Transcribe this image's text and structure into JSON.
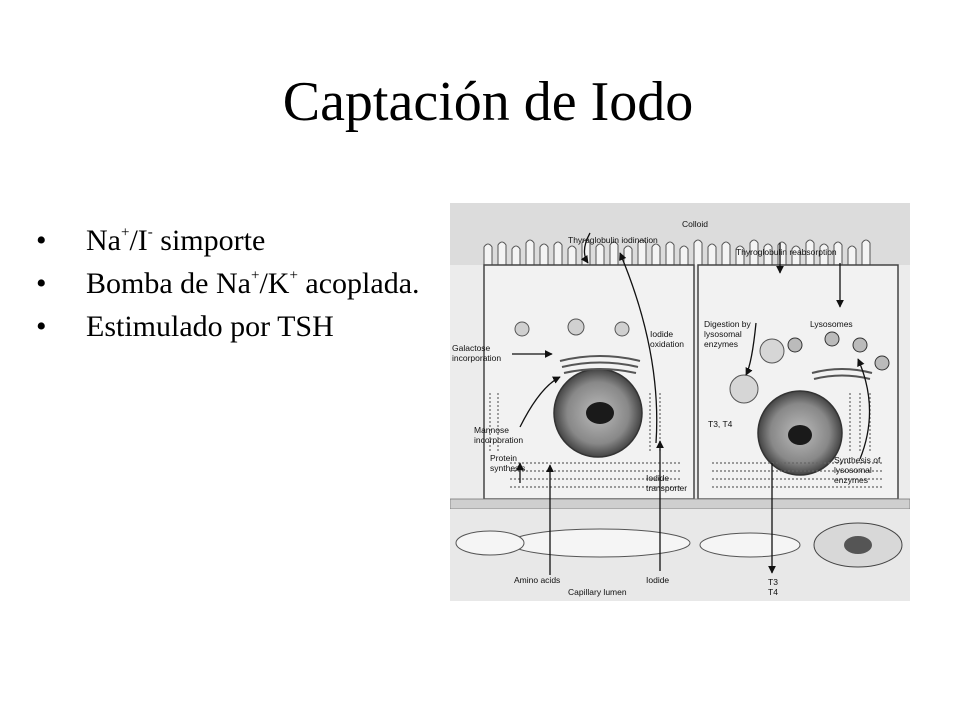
{
  "slide": {
    "title": "Captación de Iodo",
    "bullet_glyph": "•",
    "bullets": [
      {
        "parts": [
          "Na",
          "+",
          "/I",
          "-",
          " simporte"
        ]
      },
      {
        "parts": [
          "Bomba de Na",
          "+",
          "/K",
          "+",
          " acoplada."
        ]
      },
      {
        "parts": [
          "Estimulado por TSH"
        ]
      }
    ]
  },
  "diagram": {
    "labels": {
      "colloid": "Colloid",
      "thyroglobulin_iodination": "Thyroglobulin iodination",
      "thyroglobulin_reabsorption": "Thyroglobulin reabsorption",
      "galactose_1": "Galactose",
      "galactose_2": "incorporation",
      "iodide_oxidation_1": "Iodide",
      "iodide_oxidation_2": "oxidation",
      "digestion_1": "Digestion by",
      "digestion_2": "lysosomal",
      "digestion_3": "enzymes",
      "lysosomes": "Lysosomes",
      "mannose_1": "Mannose",
      "mannose_2": "incorporation",
      "protein_1": "Protein",
      "protein_2": "synthesis",
      "t3t4_inner": "T3, T4",
      "synthesis_1": "Synthesis of",
      "synthesis_2": "lysosomal",
      "synthesis_3": "enzymes",
      "iodide_transporter_1": "Iodide",
      "iodide_transporter_2": "transporter",
      "amino_acids": "Amino acids",
      "iodide": "Iodide",
      "t3_out": "T3",
      "t4_out": "T4",
      "capillary_lumen": "Capillary lumen"
    }
  }
}
